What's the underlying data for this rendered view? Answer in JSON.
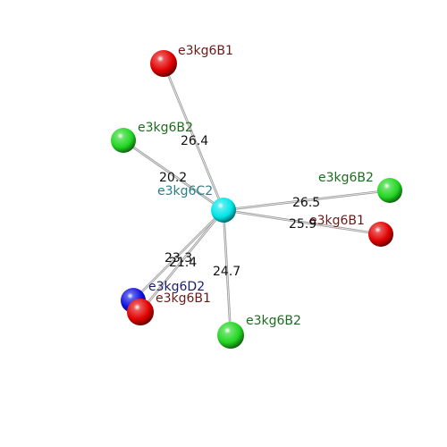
{
  "center": {
    "label": "e3kg6C2",
    "color": "#00e5e8",
    "label_color": "#2a7f86"
  },
  "neighbors": [
    {
      "label": "e3kg6B1",
      "distance": "26.4",
      "color": "#e10000",
      "label_color": "#6b1a1a"
    },
    {
      "label": "e3kg6B2",
      "distance": "20.2",
      "color": "#22d622",
      "label_color": "#1f6b1f"
    },
    {
      "label": "e3kg6B2",
      "distance": "26.5",
      "color": "#22d622",
      "label_color": "#1f6b1f"
    },
    {
      "label": "e3kg6B1",
      "distance": "25.9",
      "color": "#e10000",
      "label_color": "#6b1a1a"
    },
    {
      "label": "e3kg6B2",
      "distance": "24.7",
      "color": "#22d622",
      "label_color": "#1f6b1f"
    },
    {
      "label": "e3kg6D2",
      "distance": "23.3",
      "color": "#1010e0",
      "label_color": "#1b1f6b"
    },
    {
      "label": "e3kg6B1",
      "distance": "21.4",
      "color": "#e10000",
      "label_color": "#6b1a1a"
    }
  ]
}
